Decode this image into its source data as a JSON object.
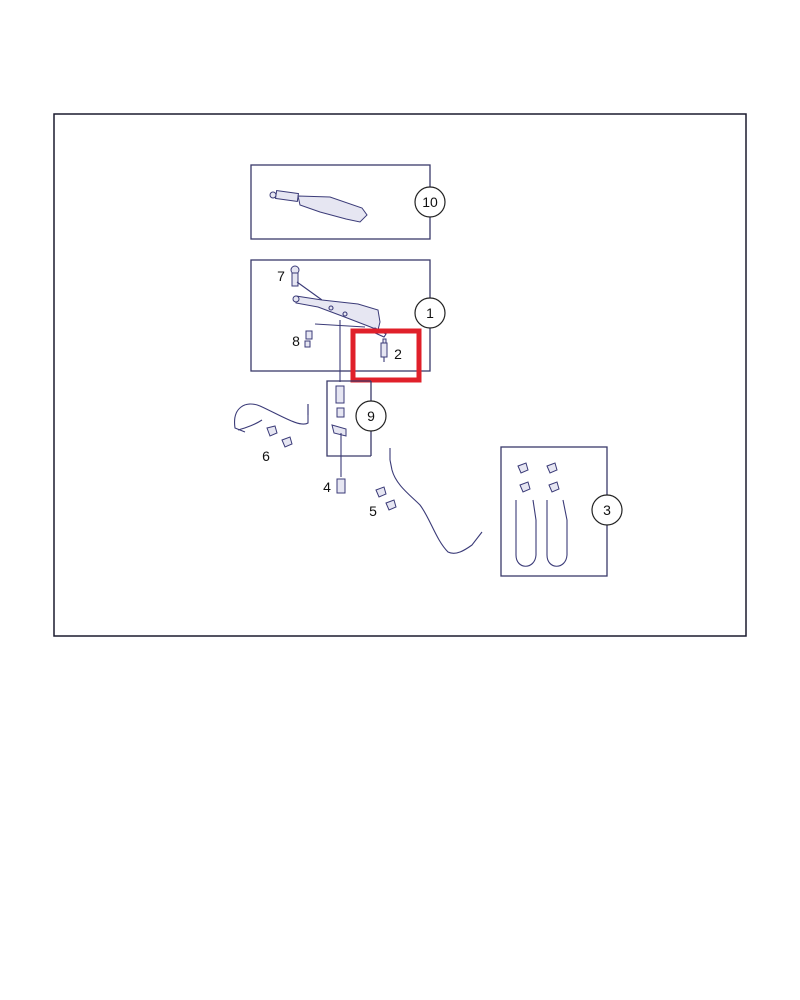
{
  "diagram": {
    "callouts": {
      "c10": "10",
      "c1": "1",
      "c9": "9",
      "c3": "3"
    },
    "labels": {
      "l7": "7",
      "l8": "8",
      "l2": "2",
      "l6": "6",
      "l4": "4",
      "l5": "5"
    },
    "highlight": {
      "part": "2",
      "color": "#e0202a"
    }
  }
}
